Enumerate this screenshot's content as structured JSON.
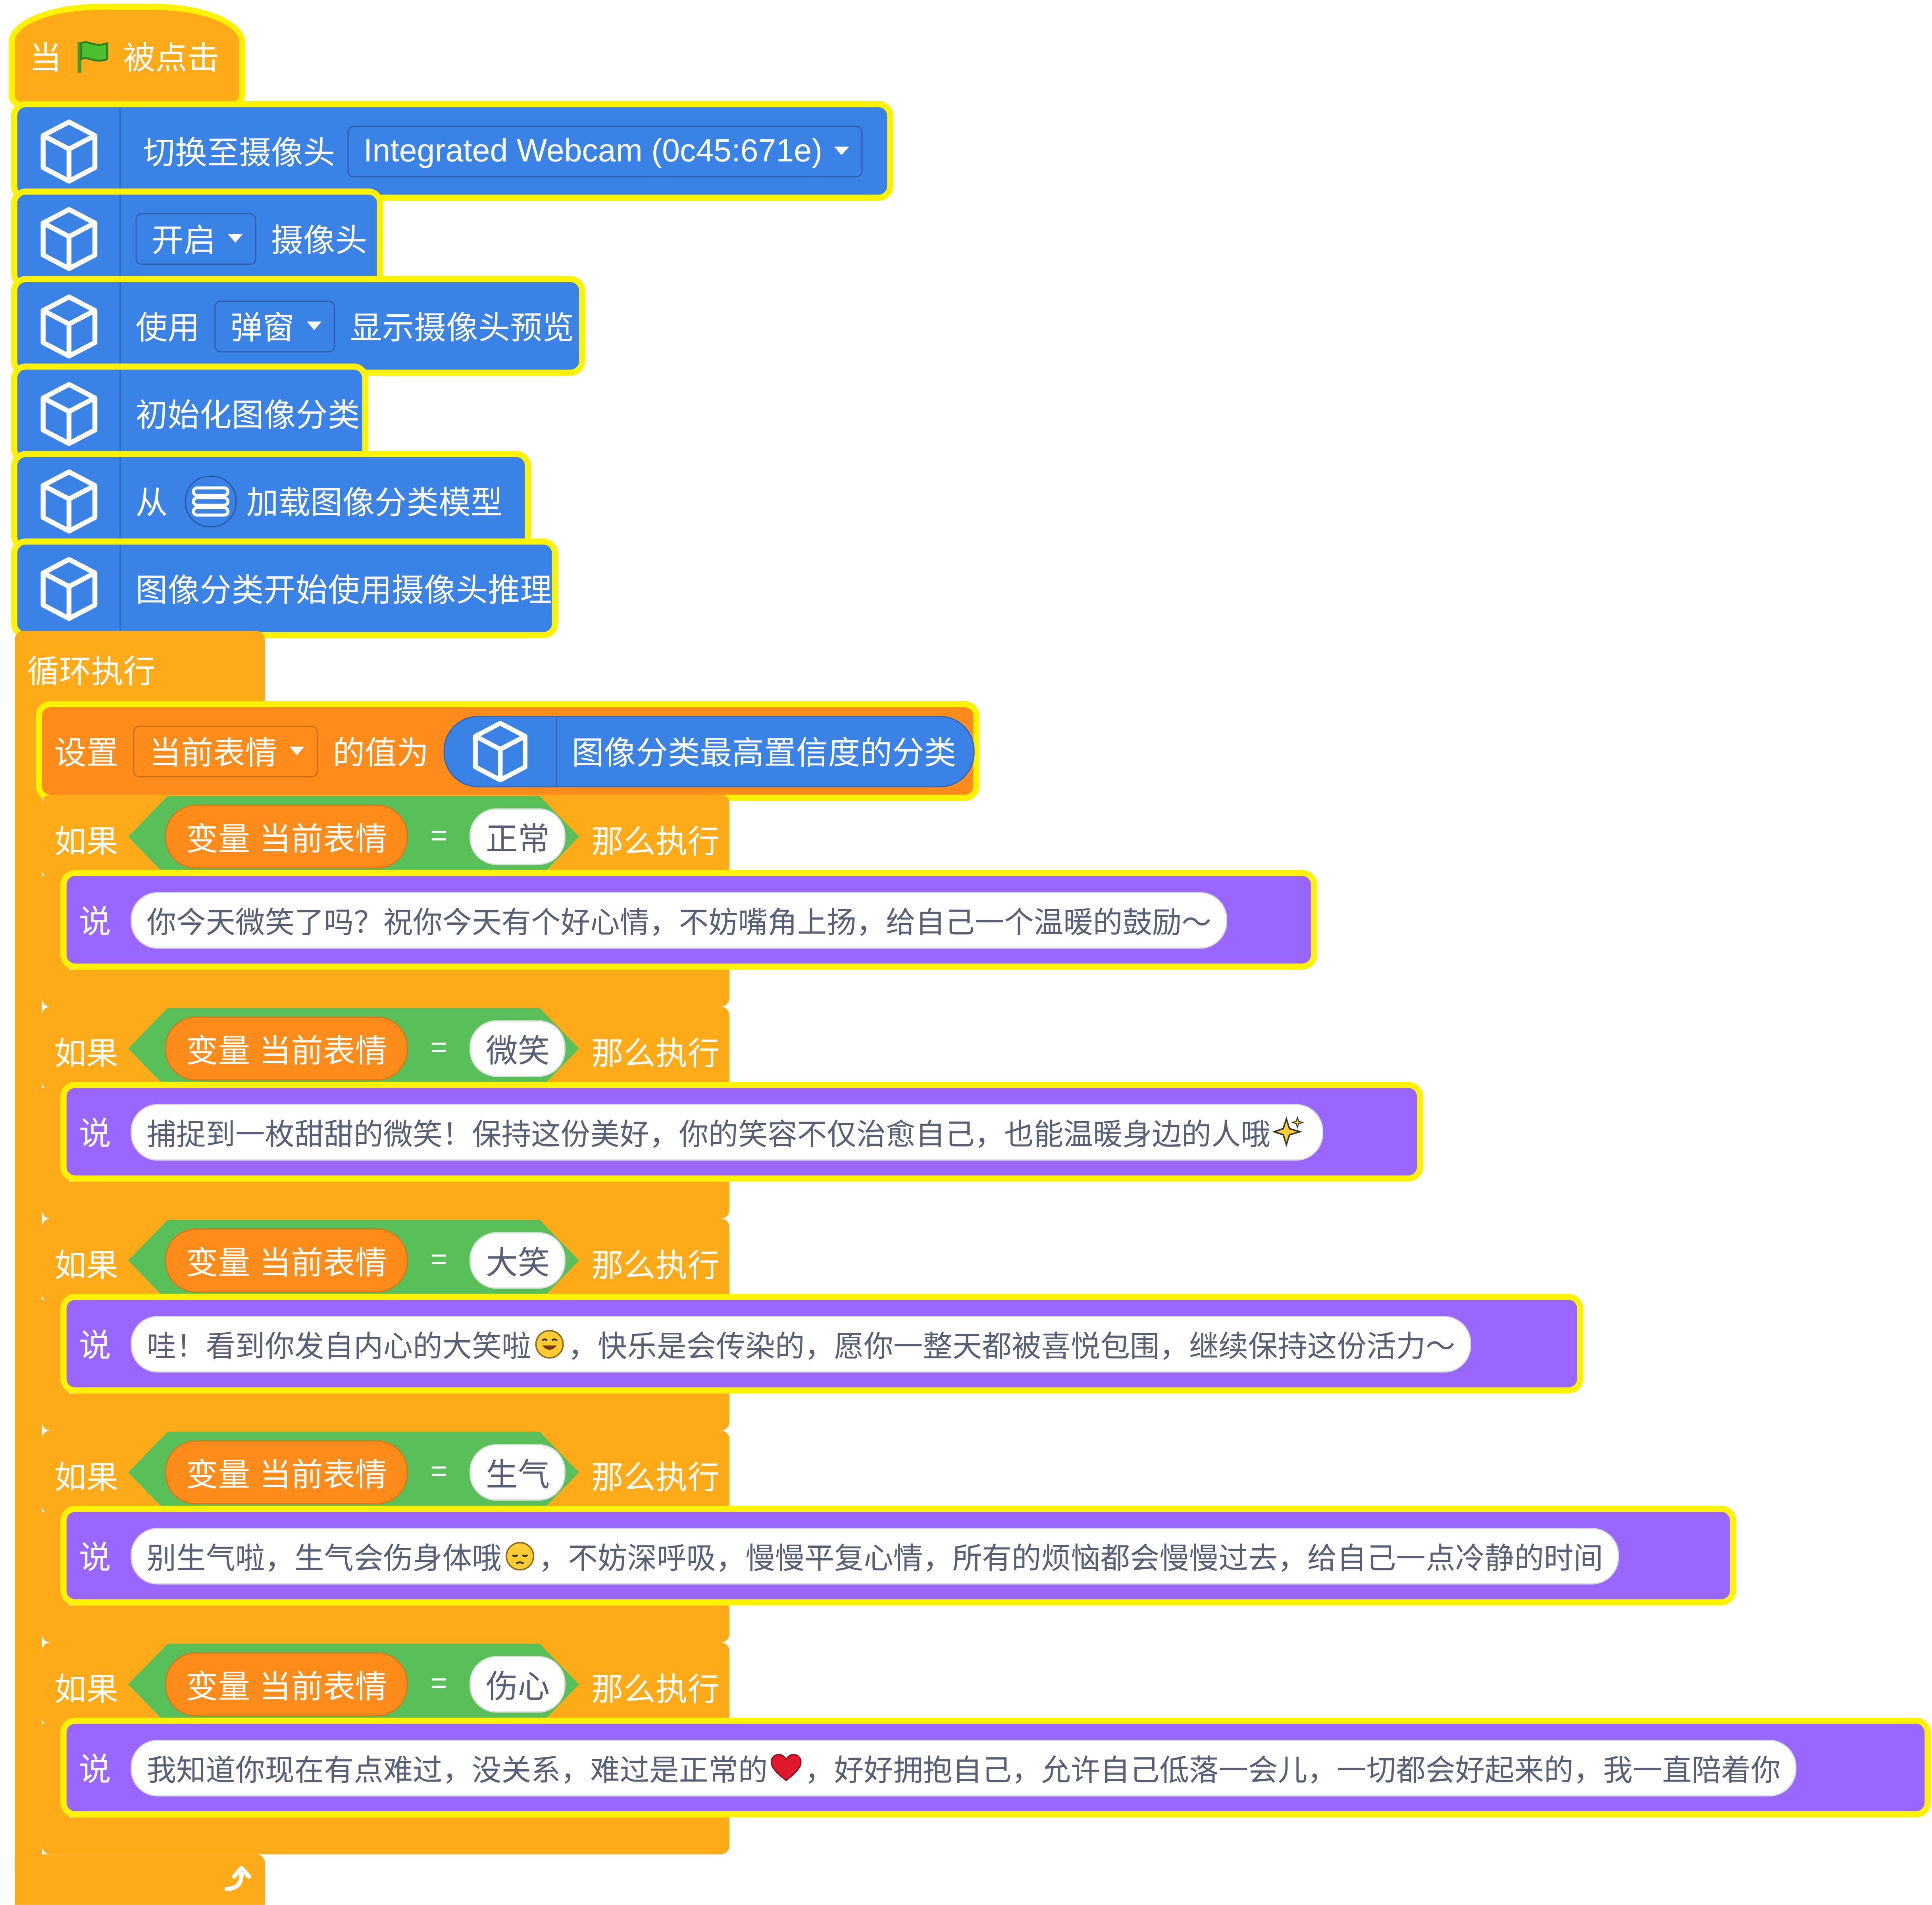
{
  "colors": {
    "control": "#ffab19",
    "extension": "#3b82e6",
    "variables": "#ff8c1a",
    "operators": "#59c059",
    "looks": "#9966ff",
    "highlight": "#fff200"
  },
  "hat": {
    "prefix": "当",
    "suffix": "被点击",
    "icon": "green-flag-icon"
  },
  "blocks": {
    "switch_camera": {
      "label": "切换至摄像头",
      "value": "Integrated Webcam (0c45:671e)"
    },
    "open_camera": {
      "value": "开启",
      "label": "摄像头"
    },
    "preview": {
      "prefix": "使用",
      "value": "弹窗",
      "suffix": "显示摄像头预览"
    },
    "init": {
      "label": "初始化图像分类"
    },
    "load_model": {
      "prefix": "从",
      "suffix": "加载图像分类模型",
      "icon": "list-icon"
    },
    "start_infer": {
      "label": "图像分类开始使用摄像头推理"
    }
  },
  "loop": {
    "label": "循环执行",
    "icon": "loop-arrow-icon"
  },
  "set_var": {
    "prefix": "设置",
    "variable": "当前表情",
    "middle": "的值为",
    "reporter": "图像分类最高置信度的分类"
  },
  "if_blocks": [
    {
      "if_label": "如果",
      "var_label": "变量 当前表情",
      "op": "=",
      "value": "正常",
      "then_label": "那么执行",
      "say_label": "说",
      "message": "你今天微笑了吗？祝你今天有个好心情，不妨嘴角上扬，给自己一个温暖的鼓励～",
      "message_after": ""
    },
    {
      "if_label": "如果",
      "var_label": "变量 当前表情",
      "op": "=",
      "value": "微笑",
      "then_label": "那么执行",
      "say_label": "说",
      "message": "捕捉到一枚甜甜的微笑！保持这份美好，你的笑容不仅治愈自己，也能温暖身边的人哦",
      "emoji": "sparkles-icon",
      "message_after": ""
    },
    {
      "if_label": "如果",
      "var_label": "变量 当前表情",
      "op": "=",
      "value": "大笑",
      "then_label": "那么执行",
      "say_label": "说",
      "message": "哇！看到你发自内心的大笑啦",
      "emoji": "smiling-face-icon",
      "message_after": "，快乐是会传染的，愿你一整天都被喜悦包围，继续保持这份活力～"
    },
    {
      "if_label": "如果",
      "var_label": "变量 当前表情",
      "op": "=",
      "value": "生气",
      "then_label": "那么执行",
      "say_label": "说",
      "message": "别生气啦，生气会伤身体哦",
      "emoji": "pensive-face-icon",
      "message_after": "，不妨深呼吸，慢慢平复心情，所有的烦恼都会慢慢过去，给自己一点冷静的时间"
    },
    {
      "if_label": "如果",
      "var_label": "变量 当前表情",
      "op": "=",
      "value": "伤心",
      "then_label": "那么执行",
      "say_label": "说",
      "message": "我知道你现在有点难过，没关系，难过是正常的",
      "emoji": "red-heart-icon",
      "message_after": "，好好拥抱自己，允许自己低落一会儿，一切都会好起来的，我一直陪着你"
    }
  ]
}
